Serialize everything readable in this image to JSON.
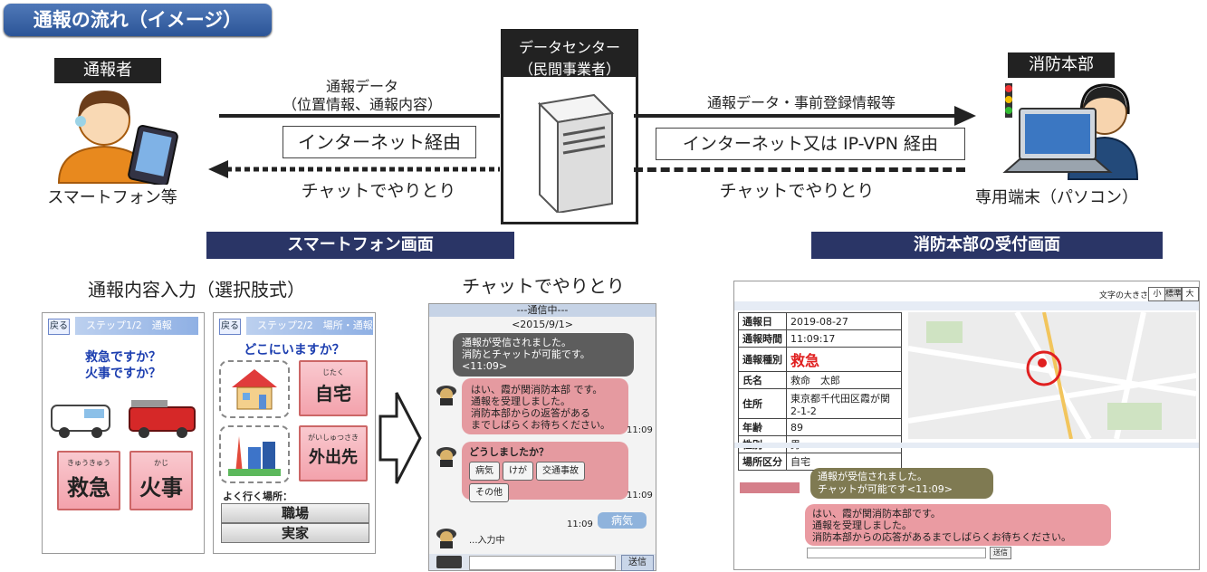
{
  "header": {
    "title": "通報の流れ（イメージ）"
  },
  "flow": {
    "caller_label": "通報者",
    "caller_device": "スマートフォン等",
    "datacenter_title": "データセンター",
    "datacenter_sub": "（民間事業者）",
    "fire_label": "消防本部",
    "fire_device": "専用端末（パソコン）",
    "left_data_line1": "通報データ",
    "left_data_line2": "（位置情報、通報内容）",
    "left_route": "インターネット経由",
    "left_chat": "チャットでやりとり",
    "right_data": "通報データ・事前登録情報等",
    "right_route": "インターネット又は IP-VPN 経由",
    "right_chat": "チャットでやりとり"
  },
  "sections": {
    "smartphone": "スマートフォン画面",
    "firedept": "消防本部の受付画面",
    "input_caption": "通報内容入力（選択肢式）",
    "chat_caption": "チャットでやりとり"
  },
  "phone1": {
    "back": "戻る",
    "step": "ステップ1/2　通報",
    "question1": "救急ですか？",
    "question2": "火事ですか？",
    "btn1_ruby": "きゅうきゅう",
    "btn1": "救急",
    "btn2_ruby": "かじ",
    "btn2": "火事"
  },
  "phone2": {
    "back": "戻る",
    "step": "ステップ2/2　場所・通報",
    "question": "どこにいますか？",
    "home_ruby": "じたく",
    "home": "自宅",
    "out_ruby": "がいしゅつさき",
    "out": "外出先",
    "frequent": "よく行く場所：",
    "place1": "職場",
    "place2": "実家"
  },
  "chat": {
    "header": "---通信中---",
    "date": "<2015/9/1>",
    "sys_line1": "通報が受信されました。",
    "sys_line2": "消防とチャットが可能です。",
    "sys_line3": "<11:09>",
    "msg1_line1": "はい、霞が関消防本部 です。",
    "msg1_line2": "通報を受理しました。",
    "msg1_line3": "消防本部からの返答がある",
    "msg1_line4": "までしばらくお待ちください。",
    "msg1_time": "11:09",
    "msg2": "どうしましたか？",
    "chips": [
      "病気",
      "けが",
      "交通事故",
      "その他"
    ],
    "msg2_time": "11:09",
    "reply_time": "11:09",
    "reply": "病気",
    "typing": "...入力中",
    "send": "送信"
  },
  "console": {
    "font_size_label": "文字の大きさ",
    "font_small": "小",
    "font_mid": "標準",
    "font_large": "大",
    "info": [
      {
        "k": "通報日",
        "v": "2019-08-27"
      },
      {
        "k": "通報時間",
        "v": "11:09:17"
      },
      {
        "k": "通報種別",
        "v": "救急"
      },
      {
        "k": "氏名",
        "v": "救命　太郎"
      },
      {
        "k": "住所",
        "v": "東京都千代田区霞が関 2-1-2"
      },
      {
        "k": "年齢",
        "v": "89"
      },
      {
        "k": "性別",
        "v": "男"
      },
      {
        "k": "場所区分",
        "v": "自宅"
      }
    ],
    "sys_line1": "通報が受信されました。",
    "sys_line2": "チャットが可能です<11:09>",
    "msg_line1": "はい、霞が関消防本部です。",
    "msg_line2": "通報を受理しました。",
    "msg_line3": "消防本部からの応答があるまでしばらくお待ちください。",
    "send": "送信"
  },
  "colors": {
    "accent": "#2a3566",
    "pink": "#e99aa1",
    "olive": "#7f7a52",
    "title_blue": "#3563a8"
  }
}
